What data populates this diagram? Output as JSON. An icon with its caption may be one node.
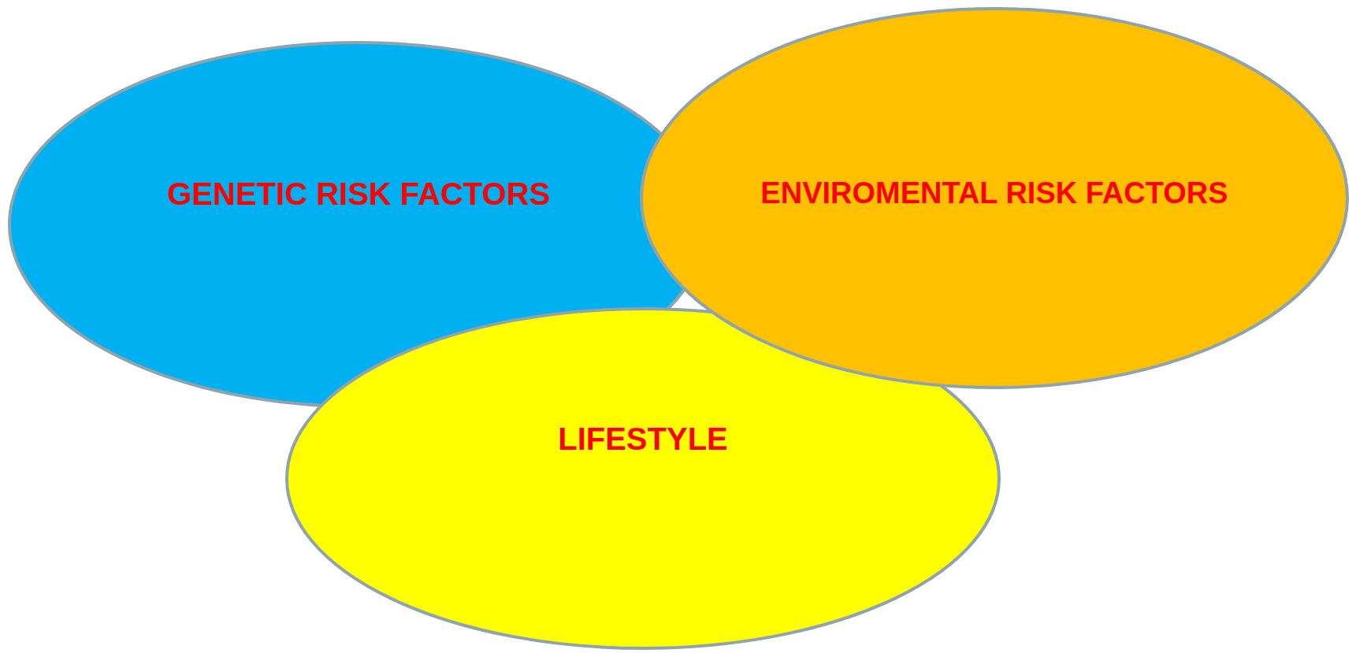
{
  "diagram": {
    "nodes": [
      {
        "text": [
          "GENETIC RISK FACTORS"
        ]
      },
      {
        "text": [
          "ENVIROMENTAL RISK FACTORS"
        ]
      },
      {
        "text": [
          "LIFESTYLE"
        ]
      }
    ]
  }
}
